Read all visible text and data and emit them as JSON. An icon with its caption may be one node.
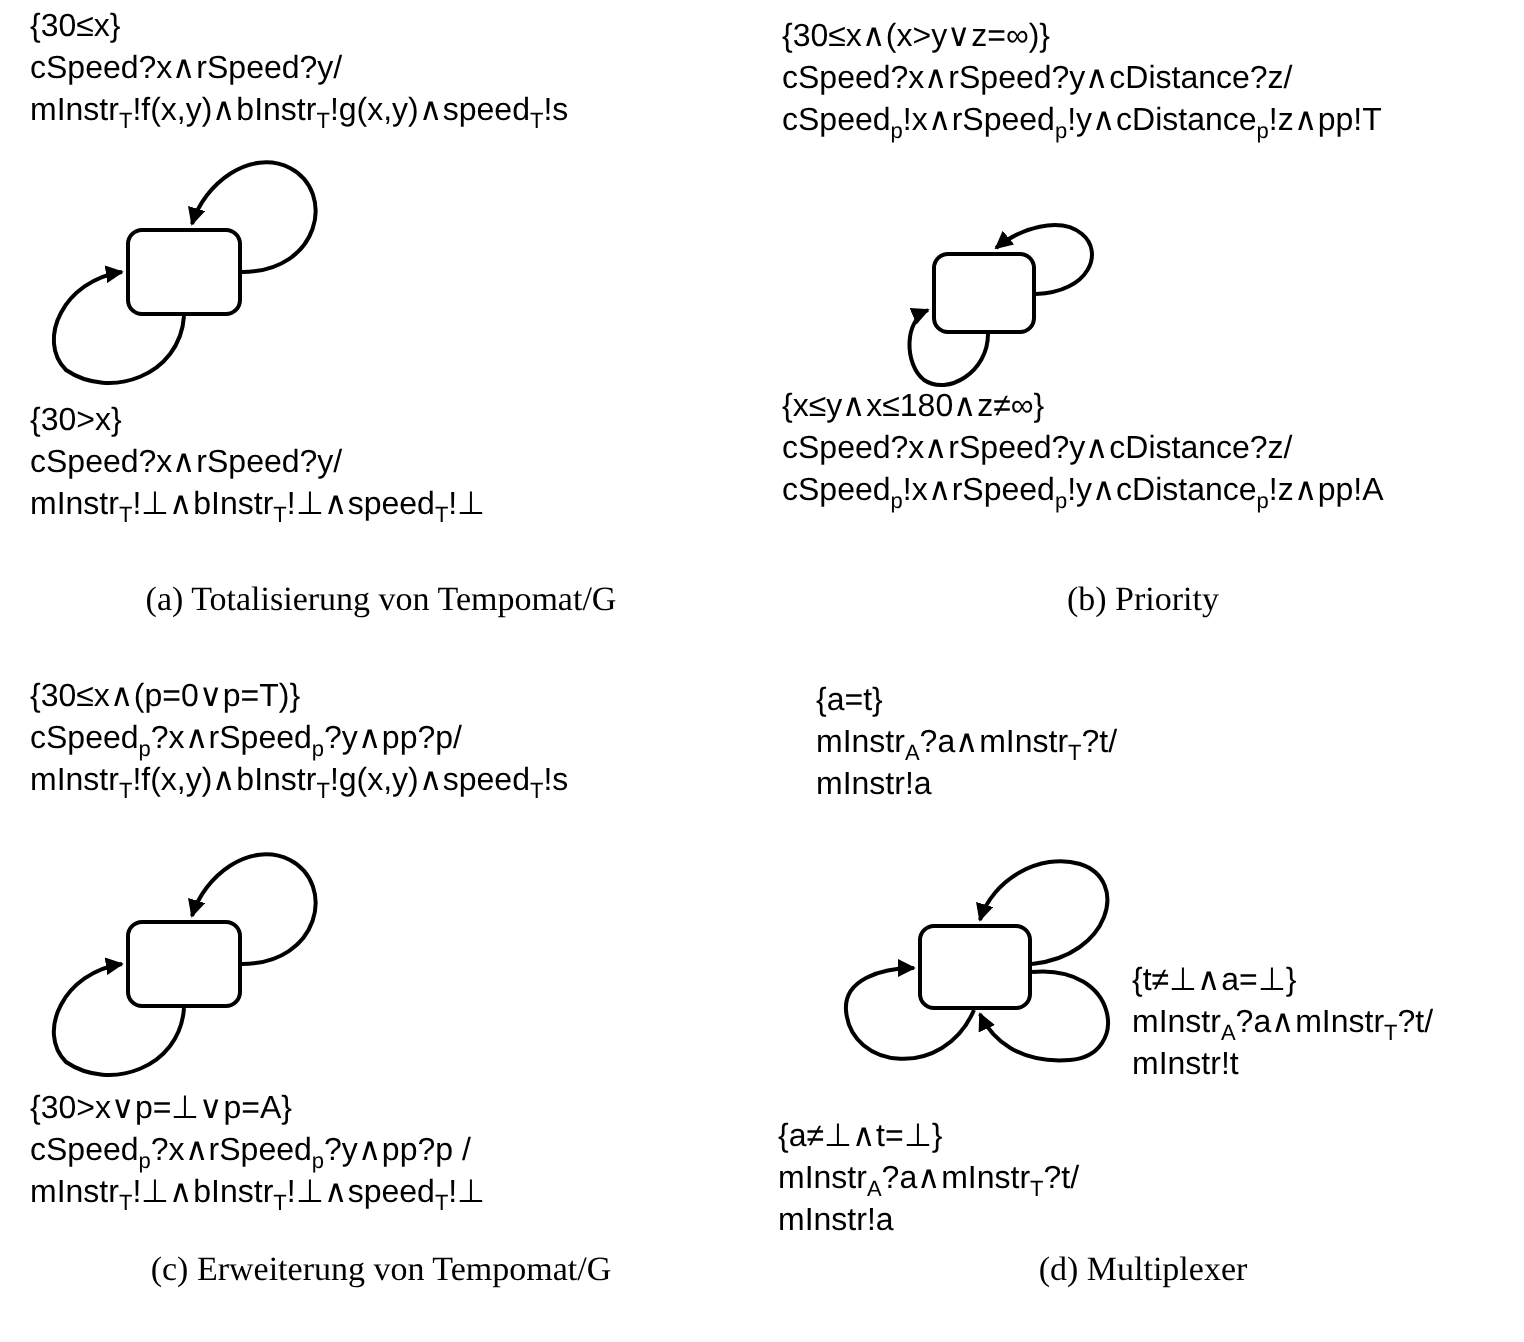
{
  "diagram": {
    "nodes": [
      {
        "text": [
          "(a) Totalisierung von Tempomat/G"
        ]
      },
      {
        "text": [],
        "shape": "box",
        "in": 0
      },
      {
        "text": [
          "(b) Priority"
        ]
      },
      {
        "text": [],
        "shape": "box",
        "in": 2
      },
      {
        "text": [
          "(c) Erweiterung von Tempomat/G"
        ]
      },
      {
        "text": [],
        "shape": "box",
        "in": 4
      },
      {
        "text": [
          "(d) Multiplexer"
        ]
      },
      {
        "text": [],
        "shape": "box",
        "in": 6
      }
    ],
    "edges": [
      {
        "from": 1,
        "to": 1,
        "arrow": "to",
        "label": "{30≤x} cSpeed?x∧rSpeed?y/ mInstr$_{T}$!f(x,y)∧bInstr$_{T}$!g(x,y)∧speed$_{T}$!s"
      },
      {
        "from": 1,
        "to": 1,
        "arrow": "to",
        "label": "{30>x} cSpeed?x∧rSpeed?y/ mInstr$_{T}$!⊥∧bInstr$_{T}$!⊥∧speed$_{T}$!⊥"
      },
      {
        "from": 3,
        "to": 3,
        "arrow": "to",
        "label": "{30≤x∧(x>y∨z=∞)} cSpeed?x∧rSpeed?y∧cDistance?z/ cSpeed$_{p}$!x∧rSpeed$_{p}$!y∧cDistance$_{p}$!z∧pp!T"
      },
      {
        "from": 3,
        "to": 3,
        "arrow": "to",
        "label": "{x≤y∧x≤180∧z≠∞} cSpeed?x∧rSpeed?y∧cDistance?z/ cSpeed$_{p}$!x∧rSpeed$_{p}$!y∧cDistance$_{p}$!z∧pp!A"
      },
      {
        "from": 5,
        "to": 5,
        "arrow": "to",
        "label": "{30≤x∧(p=0∨p=T)} cSpeed$_{p}$?x∧rSpeed$_{p}$?y∧pp?p/ mInstr$_{T}$!f(x,y)∧bInstr$_{T}$!g(x,y)∧speed$_{T}$!s"
      },
      {
        "from": 5,
        "to": 5,
        "arrow": "to",
        "label": "{30>x∨p=⊥∨p=A} cSpeed$_{p}$?x∧rSpeed$_{p}$?y∧pp?p / mInstr$_{T}$!⊥∧bInstr$_{T}$!⊥∧speed$_{T}$!⊥"
      },
      {
        "from": 7,
        "to": 7,
        "arrow": "to",
        "label": "{a=t} mInstr$_{A}$?a∧mInstr$_{T}$?t/ mInstr!a"
      },
      {
        "from": 7,
        "to": 7,
        "arrow": "to",
        "label": "{t≠⊥∧a=⊥} mInstr$_{A}$?a∧mInstr$_{T}$?t/ mInstr!t"
      },
      {
        "from": 7,
        "to": 7,
        "arrow": "to",
        "label": "{a≠⊥∧t=⊥} mInstr$_{A}$?a∧mInstr$_{T}$?t/ mInstr!a"
      }
    ]
  }
}
